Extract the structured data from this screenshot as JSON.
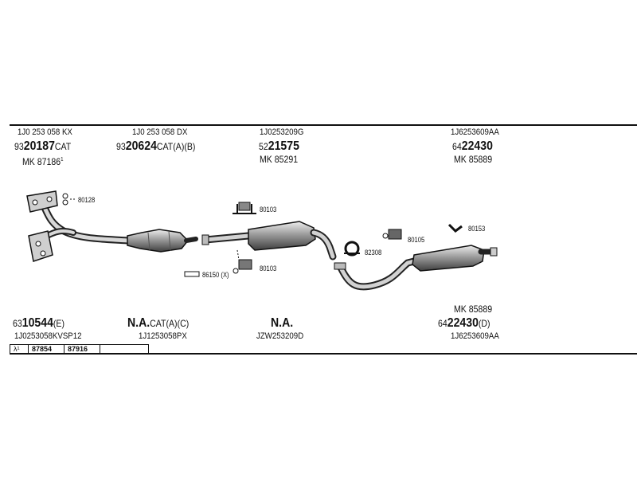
{
  "top": {
    "col1": {
      "part": "1J0 253 058 KX",
      "code_prefix": "93",
      "code_main": "20187",
      "code_suffix": "CAT",
      "kit": "MK 87186",
      "kit_sup": "1"
    },
    "col2": {
      "part": "1J0 253 058 DX",
      "code_prefix": "93",
      "code_main": "20624",
      "code_suffix": "CAT(A)(B)"
    },
    "col3": {
      "part": "1J0253209G",
      "code_prefix": "52",
      "code_main": "21575",
      "code_suffix": "",
      "kit": "MK 85291"
    },
    "col4": {
      "part": "1J6253609AA",
      "code_prefix": "64",
      "code_main": "22430",
      "code_suffix": "",
      "kit": "MK 85889"
    }
  },
  "labels": {
    "l80128": "80128",
    "l80103a": "80103",
    "l80103b": "80103",
    "l86150": "86150 (X)",
    "l80153": "80153",
    "l80105": "80105",
    "l82308": "82308"
  },
  "bottom": {
    "col1": {
      "code_prefix": "63",
      "code_main": "10544",
      "code_suffix": "(E)",
      "part": "1J0253058KVSP12"
    },
    "col2": {
      "code_main": "N.A.",
      "code_suffix": "CAT(A)(C)",
      "part": "1J1253058PX"
    },
    "col3": {
      "code_main": "N.A.",
      "part": "JZW253209D"
    },
    "col4": {
      "kit": "MK 85889",
      "code_prefix": "64",
      "code_main": "22430",
      "code_suffix": "(D)",
      "part": "1J6253609AA"
    }
  },
  "lambda": {
    "symbol": "λ¹",
    "v1": "87854",
    "v2": "87916"
  }
}
